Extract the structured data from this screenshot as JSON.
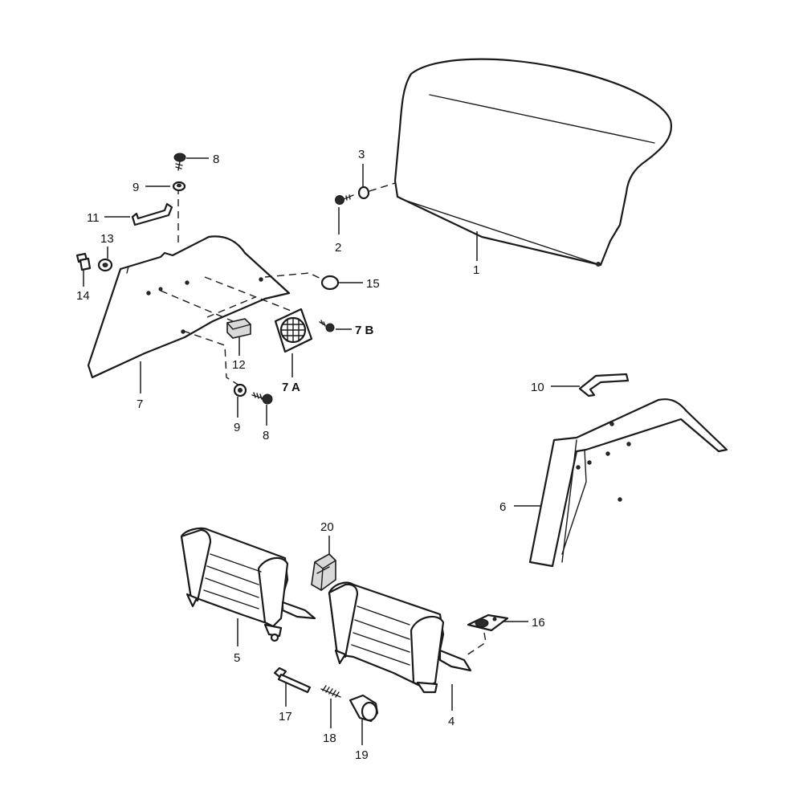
{
  "diagram": {
    "callouts": {
      "c1": "1",
      "c2": "2",
      "c3": "3",
      "c4": "4",
      "c5": "5",
      "c6": "6",
      "c7": "7",
      "c7a": "7 A",
      "c7b": "7 B",
      "c8_top": "8",
      "c8_bottom": "8",
      "c9_top": "9",
      "c9_bottom": "9",
      "c10": "10",
      "c11": "11",
      "c12": "12",
      "c13": "13",
      "c14": "14",
      "c15": "15",
      "c16": "16",
      "c17": "17",
      "c18": "18",
      "c19": "19",
      "c20": "20"
    },
    "colors": {
      "line": "#1a1a1a",
      "background": "#ffffff"
    }
  }
}
